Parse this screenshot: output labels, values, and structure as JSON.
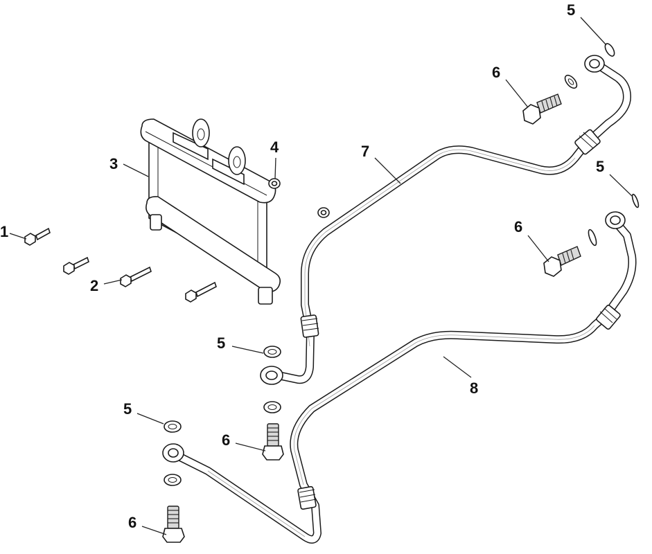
{
  "callouts": [
    {
      "id": "c1",
      "label": "1"
    },
    {
      "id": "c2",
      "label": "2"
    },
    {
      "id": "c3",
      "label": "3"
    },
    {
      "id": "c4",
      "label": "4"
    },
    {
      "id": "c5a",
      "label": "5"
    },
    {
      "id": "c5b",
      "label": "5"
    },
    {
      "id": "c5c",
      "label": "5"
    },
    {
      "id": "c5d",
      "label": "5"
    },
    {
      "id": "c6a",
      "label": "6"
    },
    {
      "id": "c6b",
      "label": "6"
    },
    {
      "id": "c6c",
      "label": "6"
    },
    {
      "id": "c6d",
      "label": "6"
    },
    {
      "id": "c7",
      "label": "7"
    },
    {
      "id": "c8",
      "label": "8"
    }
  ],
  "colors": {
    "line": "#1a1a1a",
    "background": "#ffffff",
    "shade": "#d9d9d9"
  }
}
